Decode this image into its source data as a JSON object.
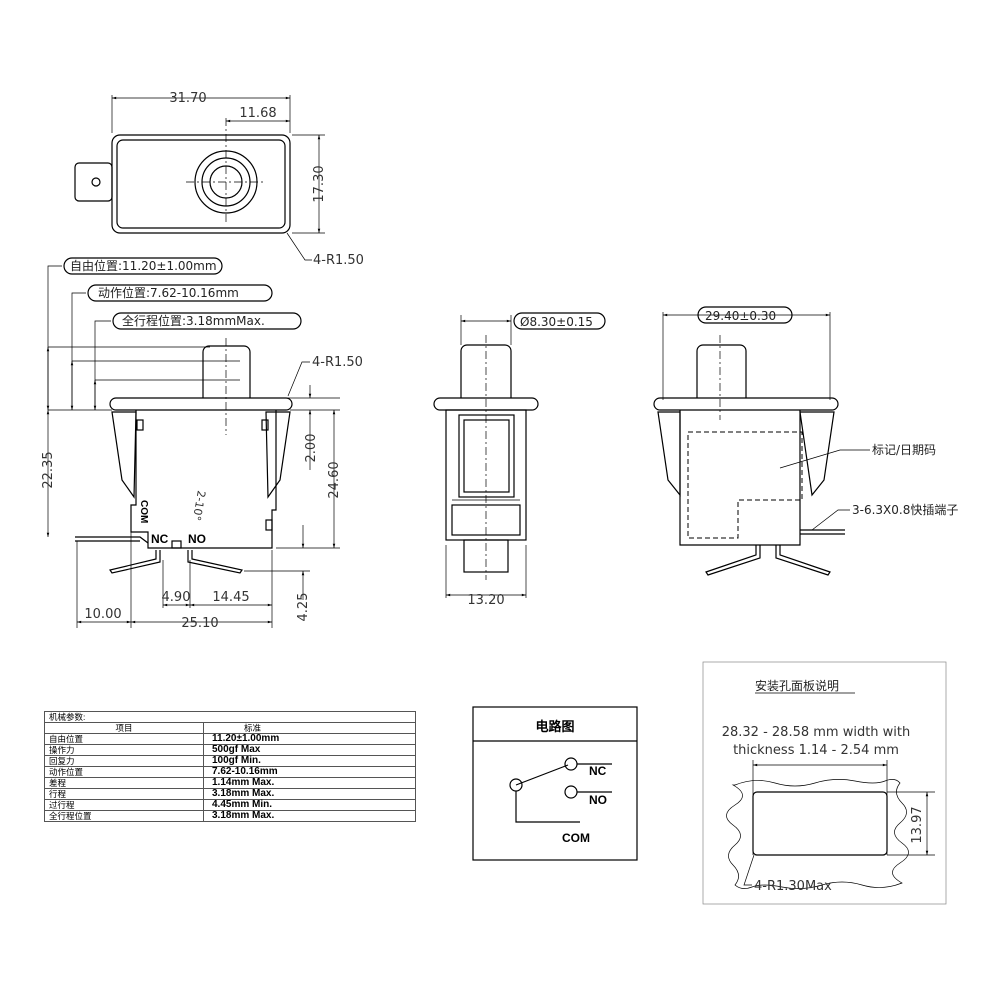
{
  "top_view": {
    "dim_width": "31.70",
    "dim_offset": "11.68",
    "dim_height": "17.30",
    "radius": "4-R1.50"
  },
  "front_view": {
    "free_position": "自由位置:11.20±1.00mm",
    "operating_position": "动作位置:7.62-10.16mm",
    "total_travel_position": "全行程位置:3.18mmMax.",
    "radius": "4-R1.50",
    "dim_22_35": "22.35",
    "dim_2_00": "2.00",
    "dim_24_60": "24.60",
    "dim_4_25": "4.25",
    "dim_4_90": "4.90",
    "dim_14_45": "14.45",
    "dim_10_00": "10.00",
    "dim_25_10": "25.10",
    "angle": "2-10°",
    "label_nc": "NC",
    "label_no": "NO",
    "label_com": "COM"
  },
  "side_view": {
    "diameter": "Ø8.30±0.15",
    "width": "13.20"
  },
  "rear_view": {
    "width": "29.40±0.30",
    "marking": "标记/日期码",
    "terminals": "3-6.3X0.8快插端子"
  },
  "params_table": {
    "title": "机械参数:",
    "headers": [
      "项目",
      "标准"
    ],
    "rows": [
      [
        "自由位置",
        "11.20±1.00mm"
      ],
      [
        "操作力",
        "500gf Max"
      ],
      [
        "回复力",
        "100gf Min."
      ],
      [
        "动作位置",
        "7.62-10.16mm"
      ],
      [
        "差程",
        "1.14mm Max."
      ],
      [
        "行程",
        "3.18mm Max."
      ],
      [
        "过行程",
        "4.45mm Min."
      ],
      [
        "全行程位置",
        "3.18mm Max."
      ]
    ]
  },
  "circuit": {
    "title": "电路图",
    "nc": "NC",
    "no": "NO",
    "com": "COM"
  },
  "panel": {
    "title": "安装孔面板说明",
    "line1": "28.32 - 28.58 mm width with",
    "line2": "thickness 1.14 - 2.54 mm",
    "height": "13.97",
    "radius": "4-R1.30Max"
  }
}
